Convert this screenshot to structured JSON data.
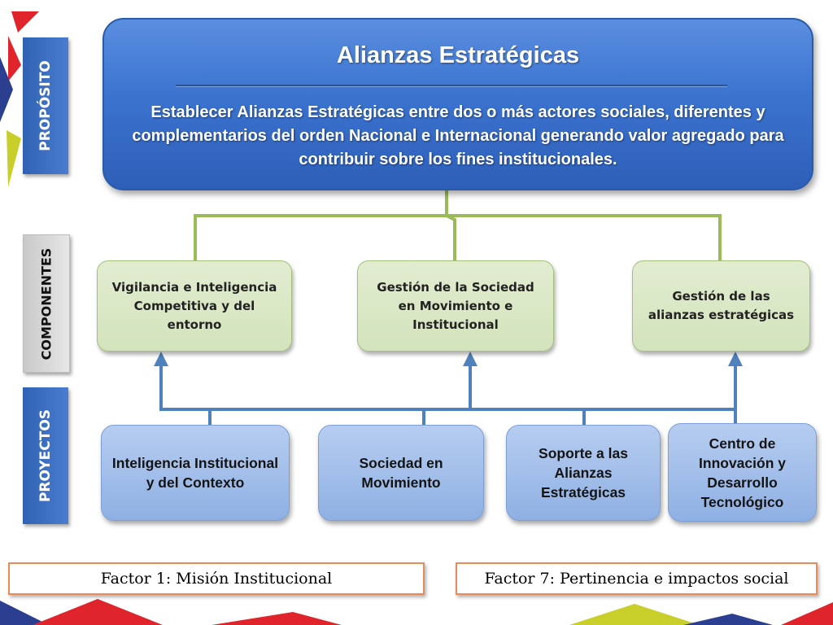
{
  "side_labels": {
    "proposito": "PROPÓSITO",
    "componentes": "COMPONENTES",
    "proyectos": "PROYECTOS"
  },
  "purpose": {
    "title": "Alianzas Estratégicas",
    "description": "Establecer Alianzas Estratégicas entre dos o más actores sociales, diferentes y complementarios del orden Nacional e Internacional generando valor agregado para contribuir sobre los fines institucionales."
  },
  "components": [
    "Vigilancia e Inteligencia Competitiva y del entorno",
    "Gestión de la Sociedad en Movimiento e Institucional",
    "Gestión de las alianzas estratégicas"
  ],
  "projects": [
    "Inteligencia Institucional y del Contexto",
    "Sociedad en Movimiento",
    "Soporte a las Alianzas Estratégicas",
    "Centro de Innovación y Desarrollo Tecnológico"
  ],
  "factors": [
    "Factor 1: Misión Institucional",
    "Factor 7: Pertinencia e impactos social"
  ],
  "colors": {
    "primary_blue": "#3b73cf",
    "component_green": "#d3e3bc",
    "connector_green": "#9bbb59",
    "project_blue": "#8fb0e3",
    "arrow_blue": "#4f81bd",
    "factor_border": "#e58c5a",
    "accent_red": "#e0242b",
    "accent_yellow": "#c9cf2a"
  }
}
